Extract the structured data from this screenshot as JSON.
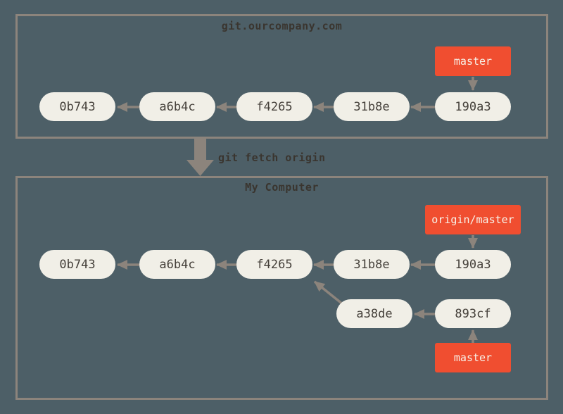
{
  "diagram": {
    "kind": "git-commit-graph",
    "action": {
      "command_label": "git fetch origin"
    },
    "remote_box": {
      "title": "git.ourcompany.com",
      "branch_label": "master",
      "commits": [
        "0b743",
        "a6b4c",
        "f4265",
        "31b8e",
        "190a3"
      ]
    },
    "local_box": {
      "title": "My Computer",
      "remote_tracking_label": "origin/master",
      "branch_label": "master",
      "commits": [
        "0b743",
        "a6b4c",
        "f4265",
        "31b8e",
        "190a3"
      ],
      "local_commits": [
        "a38de",
        "893cf"
      ]
    },
    "colors": {
      "background": "#4d5f67",
      "box_border": "#8c847c",
      "arrow": "#8c847c",
      "commit_fill": "#f1efe7",
      "commit_text": "#45403a",
      "branch_fill": "#f04e30",
      "branch_text": "#f7f3ea",
      "title_text": "#3a352f"
    }
  }
}
